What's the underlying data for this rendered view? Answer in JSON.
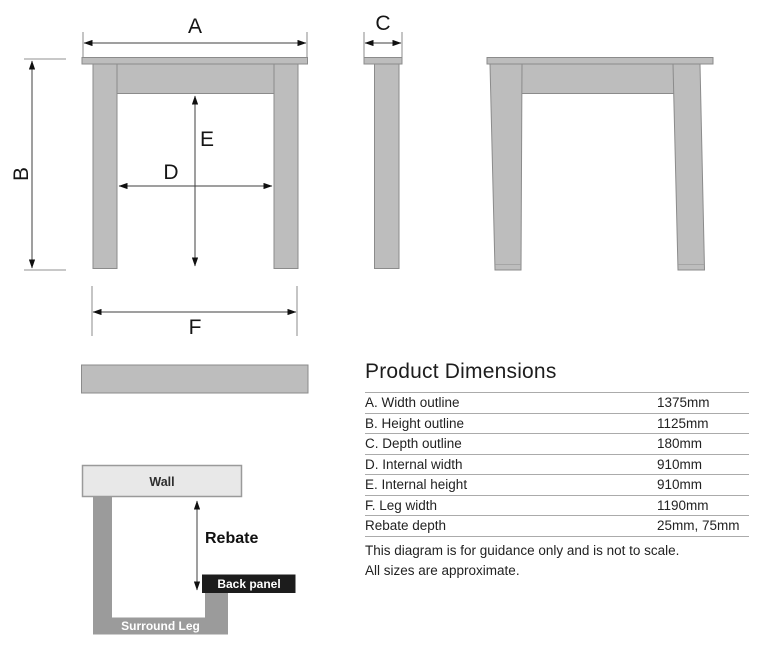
{
  "colors": {
    "surround_fill": "#bdbdbd",
    "wall_fill": "#e8e8e8",
    "leg_section_fill": "#9b9b9b",
    "back_panel_fill": "#1c1c1c"
  },
  "labels": {
    "a": "A",
    "b": "B",
    "c": "C",
    "d": "D",
    "e": "E",
    "f": "F",
    "wall": "Wall",
    "rebate": "Rebate",
    "back_panel": "Back panel",
    "surround_leg": "Surround Leg"
  },
  "panel": {
    "title": "Product Dimensions",
    "rows": [
      {
        "label": "A. Width outline",
        "value": "1375mm"
      },
      {
        "label": "B. Height outline",
        "value": "1125mm"
      },
      {
        "label": "C. Depth outline",
        "value": "180mm"
      },
      {
        "label": "D. Internal width",
        "value": "910mm"
      },
      {
        "label": "E. Internal height",
        "value": "910mm"
      },
      {
        "label": "F. Leg width",
        "value": "1190mm"
      },
      {
        "label": "Rebate depth",
        "value": "25mm, 75mm"
      }
    ],
    "note_scale": "This diagram is for guidance only and is not to scale.",
    "note_approx": "All sizes are approximate."
  }
}
